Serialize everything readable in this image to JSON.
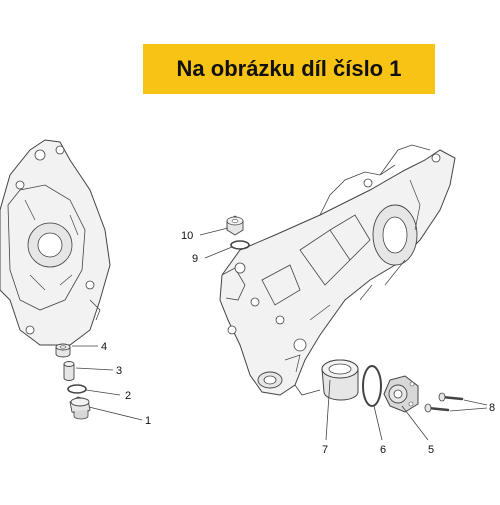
{
  "banner": {
    "text": "Na obrázku díl číslo 1",
    "background": "#f7c314"
  },
  "callouts": [
    {
      "id": "1",
      "label": "1"
    },
    {
      "id": "2",
      "label": "2"
    },
    {
      "id": "3",
      "label": "3"
    },
    {
      "id": "4",
      "label": "4"
    },
    {
      "id": "5",
      "label": "5"
    },
    {
      "id": "6",
      "label": "6"
    },
    {
      "id": "7",
      "label": "7"
    },
    {
      "id": "8",
      "label": "8"
    },
    {
      "id": "9",
      "label": "9"
    },
    {
      "id": "10",
      "label": "10"
    }
  ],
  "colors": {
    "line": "#444444",
    "part_fill": "#f2f2f2",
    "part_shade": "#cfcfcf",
    "highlight": "#f7c314"
  }
}
